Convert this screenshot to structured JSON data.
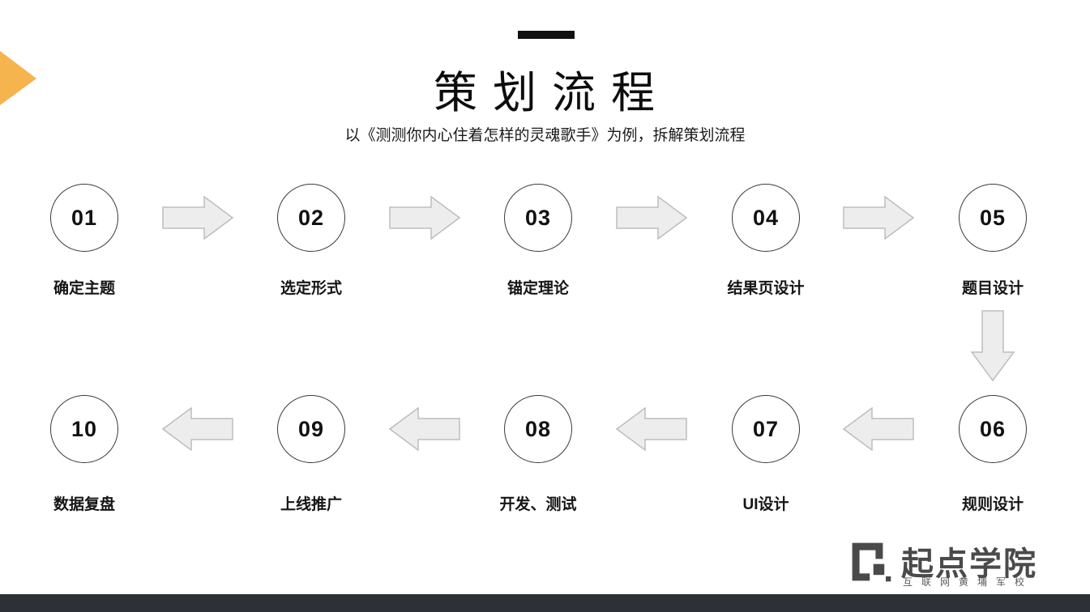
{
  "slide": {
    "title": "策 划 流 程",
    "subtitle": "以《测测你内心住着怎样的灵魂歌手》为例，拆解策划流程"
  },
  "steps": [
    {
      "num": "01",
      "label": "确定主题"
    },
    {
      "num": "02",
      "label": "选定形式"
    },
    {
      "num": "03",
      "label": "锚定理论"
    },
    {
      "num": "04",
      "label": "结果页设计"
    },
    {
      "num": "05",
      "label": "题目设计"
    },
    {
      "num": "06",
      "label": "规则设计"
    },
    {
      "num": "07",
      "label": "UI设计"
    },
    {
      "num": "08",
      "label": "开发、测试"
    },
    {
      "num": "09",
      "label": "上线推广"
    },
    {
      "num": "10",
      "label": "数据复盘"
    }
  ],
  "logo": {
    "name": "起点学院",
    "tagline": "互联网黄埔军校"
  },
  "colors": {
    "accent_triangle": "#F6B44E",
    "footer_bar": "#2D3036",
    "arrow_fill": "#EDEDED",
    "arrow_stroke": "#BDBDBD",
    "circle_stroke": "#3a3a3a",
    "logo_gray": "#4A4A4A"
  }
}
